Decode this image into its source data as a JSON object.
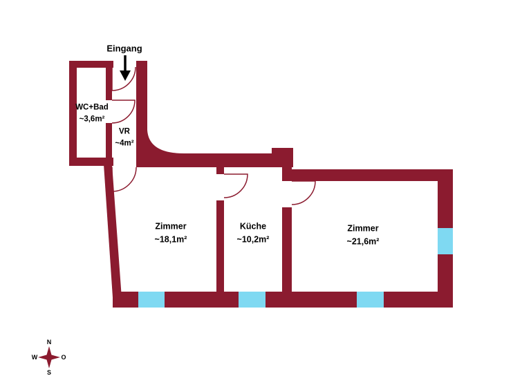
{
  "colors": {
    "wall": "#8b1b2f",
    "window": "#7fd9f2",
    "arrow": "#000000",
    "background": "#ffffff"
  },
  "entrance": {
    "label": "Eingang"
  },
  "rooms": [
    {
      "name": "WC+Bad",
      "area": "~3,6m²"
    },
    {
      "name": "VR",
      "area": "~4m²"
    },
    {
      "name": "Zimmer",
      "area": "~18,1m²"
    },
    {
      "name": "Küche",
      "area": "~10,2m²"
    },
    {
      "name": "Zimmer",
      "area": "~21,6m²"
    }
  ],
  "compass": {
    "north": "N",
    "east": "O",
    "south": "S",
    "west": "W"
  }
}
